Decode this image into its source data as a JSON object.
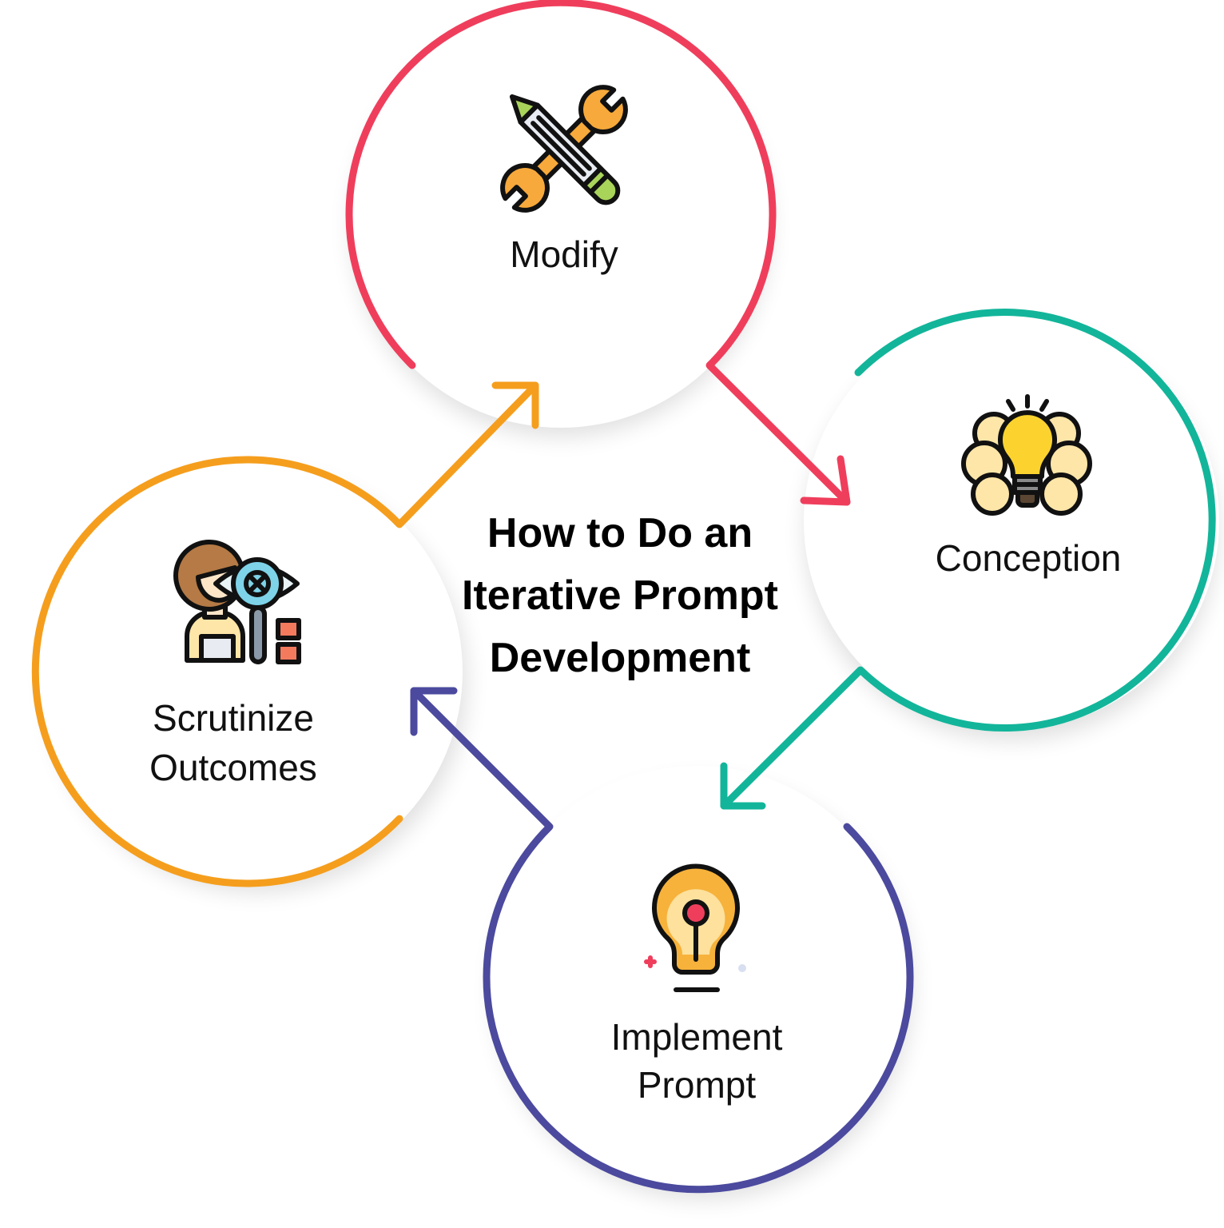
{
  "title": {
    "line1": "How to Do an",
    "line2": "Iterative Prompt",
    "line3": "Development"
  },
  "steps": [
    {
      "id": "modify",
      "lines": [
        "Modify"
      ],
      "color": "#ef3e5c",
      "icon": "wrench-pencil-icon"
    },
    {
      "id": "conception",
      "lines": [
        "Conception"
      ],
      "color": "#12b59a",
      "icon": "brain-lightbulb-icon"
    },
    {
      "id": "implement",
      "lines": [
        "Implement",
        "Prompt"
      ],
      "color": "#4b4a9e",
      "icon": "keyhole-bulb-icon"
    },
    {
      "id": "scrutinize",
      "lines": [
        "Scrutinize",
        "Outcomes"
      ],
      "color": "#f59e1d",
      "icon": "magnifier-person-icon"
    }
  ]
}
